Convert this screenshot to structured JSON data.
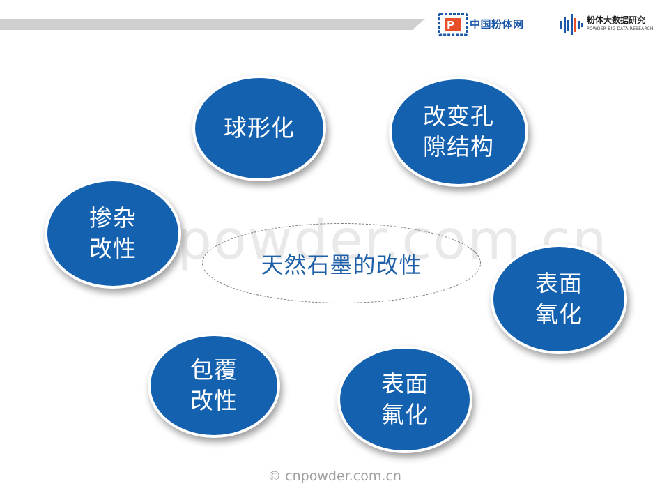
{
  "header": {
    "logo_cn_text": "中国粉体网",
    "logo_bd_title": "粉体大数据研究",
    "logo_bd_subtitle": "POWDER BIG DATA RESEARCH"
  },
  "watermark": "©cnpowder.com.cn",
  "center": {
    "label": "天然石墨的改性"
  },
  "nodes": [
    {
      "line1": "球形化",
      "line2": ""
    },
    {
      "line1": "改变孔",
      "line2": "隙结构"
    },
    {
      "line1": "掺杂",
      "line2": "改性"
    },
    {
      "line1": "表面",
      "line2": "氧化"
    },
    {
      "line1": "包覆",
      "line2": "改性"
    },
    {
      "line1": "表面",
      "line2": "氟化"
    }
  ],
  "footer": {
    "copyright": "© cnpowder.com.cn"
  },
  "colors": {
    "node_fill": "#1461b0",
    "accent": "#1a57a8",
    "center_text": "#1f5fa8"
  }
}
